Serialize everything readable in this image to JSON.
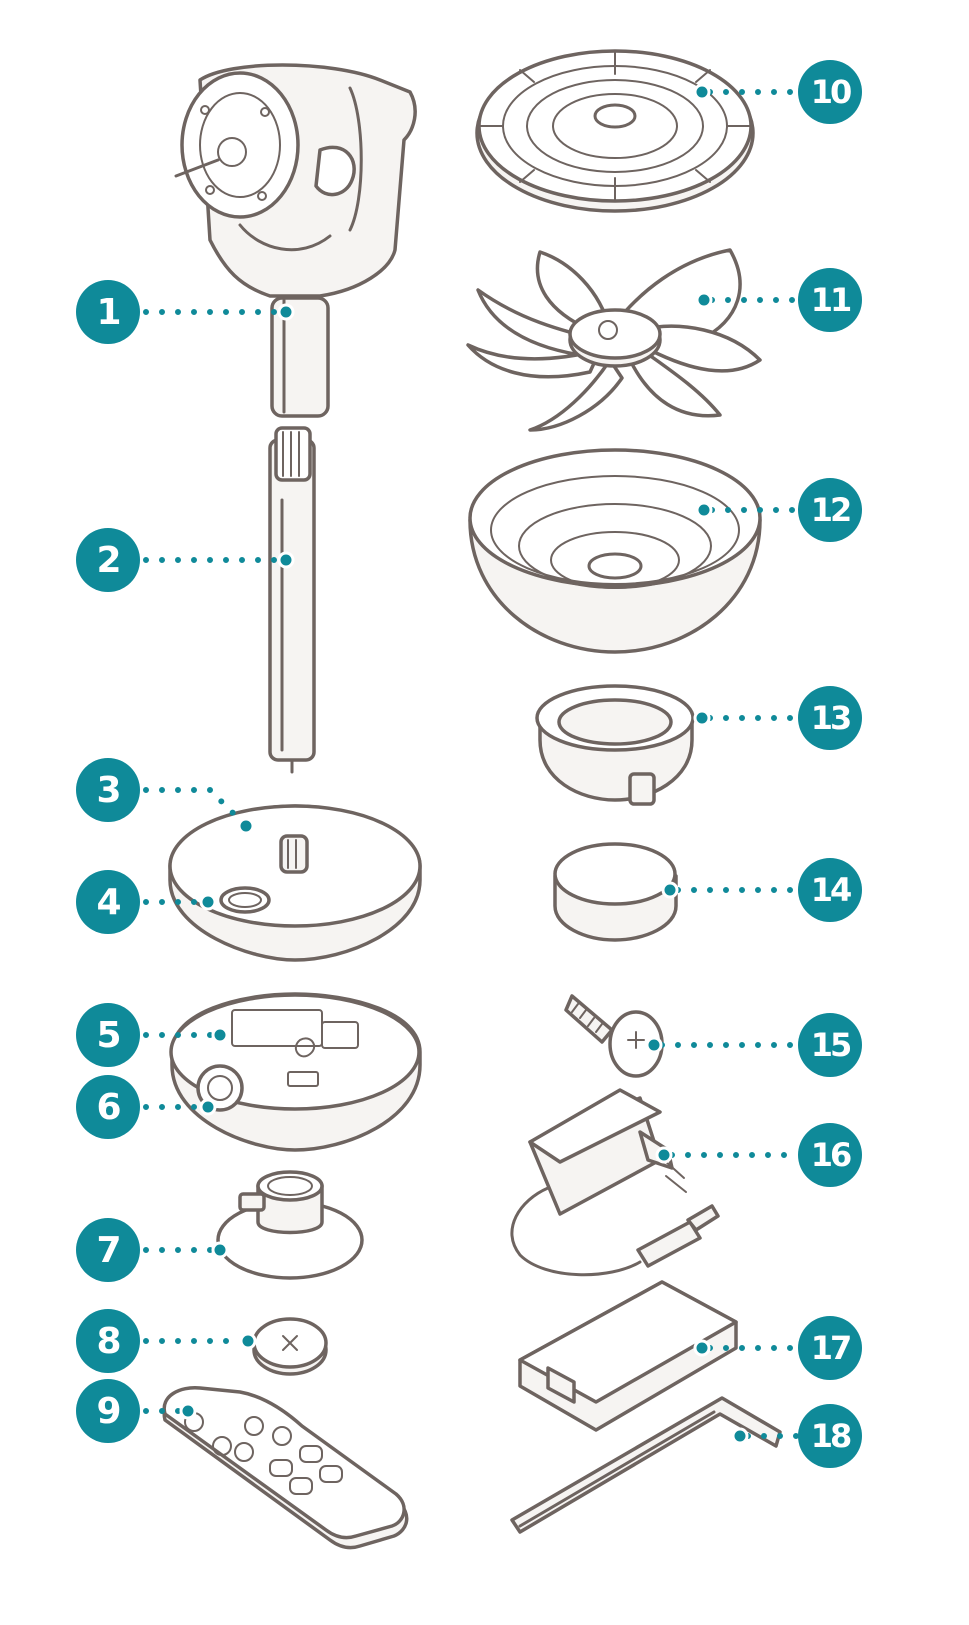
{
  "callouts": {
    "c1": "1",
    "c2": "2",
    "c3": "3",
    "c4": "4",
    "c5": "5",
    "c6": "6",
    "c7": "7",
    "c8": "8",
    "c9": "9",
    "c10": "10",
    "c11": "11",
    "c12": "12",
    "c13": "13",
    "c14": "14",
    "c15": "15",
    "c16": "16",
    "c17": "17",
    "c18": "18"
  },
  "colors": {
    "accent": "#0f8a99",
    "outline": "#6e6460",
    "fill": "#f6f4f2"
  },
  "parts": [
    "fan-head",
    "upper-pole",
    "base-top",
    "base-pad",
    "base-bottom",
    "base-socket",
    "pole-clamp",
    "coin-battery",
    "remote-control",
    "front-grille",
    "fan-blade",
    "rear-grille",
    "grille-lock-ring",
    "spinner-cap",
    "screw",
    "power-adapter",
    "battery-pack",
    "hex-key"
  ]
}
